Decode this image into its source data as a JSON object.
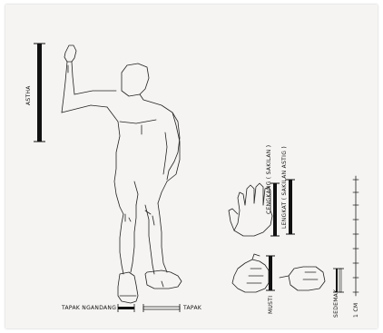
{
  "labels": {
    "astha": "ASTHA",
    "cengkang": "CENGKANG ( SAKILAN )",
    "lengkat": "LENGKAT ( SAKILAN ASTIG )",
    "tapak_ngandang": "TAPAK NGANDANG",
    "tapak": "TAPAK",
    "musti": "MUSTI",
    "sedemak": "SEDEMAK",
    "rai": "1 CM"
  }
}
